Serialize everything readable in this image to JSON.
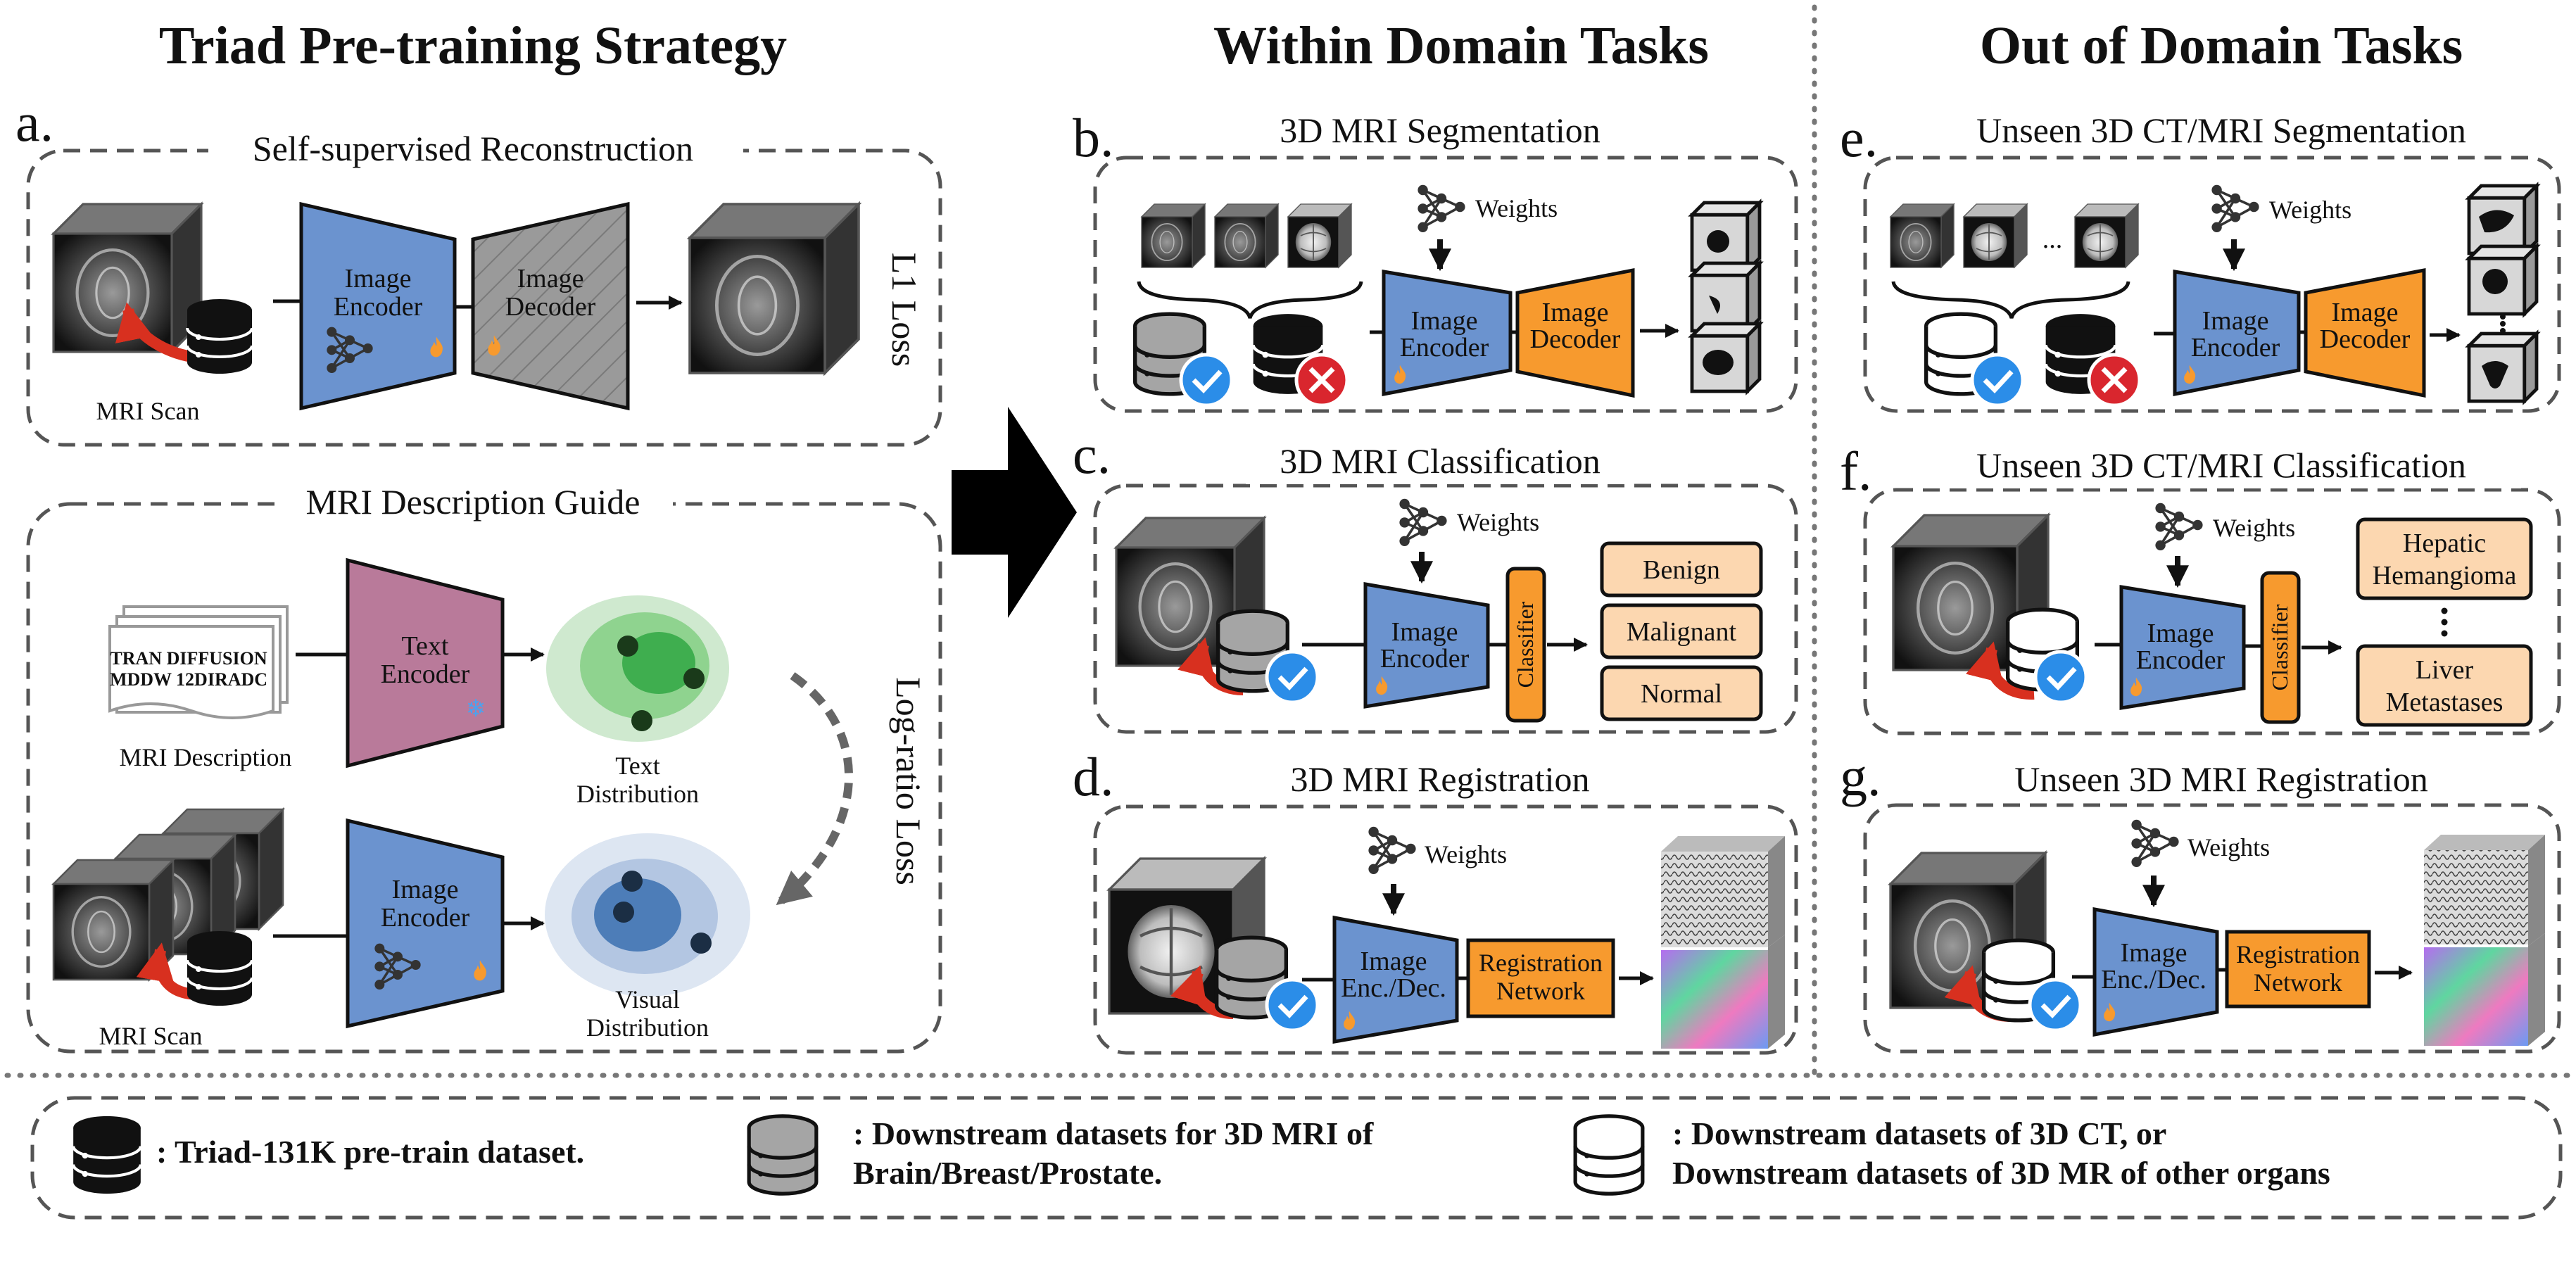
{
  "headers": {
    "pretrain": "Triad Pre-training Strategy",
    "within": "Within Domain Tasks",
    "out": "Out of Domain Tasks"
  },
  "panel_a": {
    "letter": "a.",
    "recon_title": "Self-supervised Reconstruction",
    "image_encoder": [
      "Image",
      "Encoder"
    ],
    "image_decoder": [
      "Image",
      "Decoder"
    ],
    "mri_scan": "MRI Scan",
    "l1_loss": "L1 Loss",
    "guide_title": "MRI Description Guide",
    "doc_lines": [
      "TRAN DIFFUSION",
      "MDDW  12DIRADC"
    ],
    "mri_description": "MRI Description",
    "text_encoder": [
      "Text",
      "Encoder"
    ],
    "text_distribution": [
      "Text",
      "Distribution"
    ],
    "visual_distribution": [
      "Visual",
      "Distribution"
    ],
    "log_ratio_loss": "Log-ratio Loss",
    "mri_scan_2": "MRI Scan"
  },
  "panel_b": {
    "letter": "b.",
    "title": "3D MRI Segmentation",
    "weights": "Weights",
    "image_encoder": [
      "Image",
      "Encoder"
    ],
    "image_decoder": [
      "Image",
      "Decoder"
    ]
  },
  "panel_c": {
    "letter": "c.",
    "title": "3D MRI Classification",
    "weights": "Weights",
    "image_encoder": [
      "Image",
      "Encoder"
    ],
    "classifier": "Classifier",
    "classes": [
      "Benign",
      "Malignant",
      "Normal"
    ]
  },
  "panel_d": {
    "letter": "d.",
    "title": "3D MRI Registration",
    "weights": "Weights",
    "image_encdec": [
      "Image",
      "Enc./Dec."
    ],
    "reg_network": [
      "Registration",
      "Network"
    ]
  },
  "panel_e": {
    "letter": "e.",
    "title": "Unseen 3D CT/MRI Segmentation",
    "weights": "Weights",
    "image_encoder": [
      "Image",
      "Encoder"
    ],
    "image_decoder": [
      "Image",
      "Decoder"
    ],
    "ellipsis": "..."
  },
  "panel_f": {
    "letter": "f.",
    "title": "Unseen 3D CT/MRI Classification",
    "weights": "Weights",
    "image_encoder": [
      "Image",
      "Encoder"
    ],
    "classifier": "Classifier",
    "classes": [
      [
        "Hepatic",
        "Hemangioma"
      ],
      [
        "Liver",
        "Metastases"
      ]
    ]
  },
  "panel_g": {
    "letter": "g.",
    "title": "Unseen 3D MRI Registration",
    "weights": "Weights",
    "image_encdec": [
      "Image",
      "Enc./Dec."
    ],
    "reg_network": [
      "Registration",
      "Network"
    ]
  },
  "legend": {
    "pretrain": ": Triad-131K pre-train dataset.",
    "downstream_mri": [
      ": Downstream datasets for 3D MRI of",
      "Brain/Breast/Prostate."
    ],
    "downstream_ct": [
      ": Downstream datasets of 3D CT, or",
      "Downstream datasets of 3D MR of other organs"
    ]
  },
  "colors": {
    "encoder_blue": "#6b93cf",
    "decoder_gray": "#9a9a9a",
    "text_encoder_mauve": "#b97a9a",
    "orange": "#f79a2e",
    "class_box": "#fcd7b0",
    "check_blue": "#2b8de8",
    "cross_red": "#d9262e",
    "green": "#3fae4f",
    "visual_blue": "#4d7db8",
    "arrow_red": "#d8301f"
  }
}
